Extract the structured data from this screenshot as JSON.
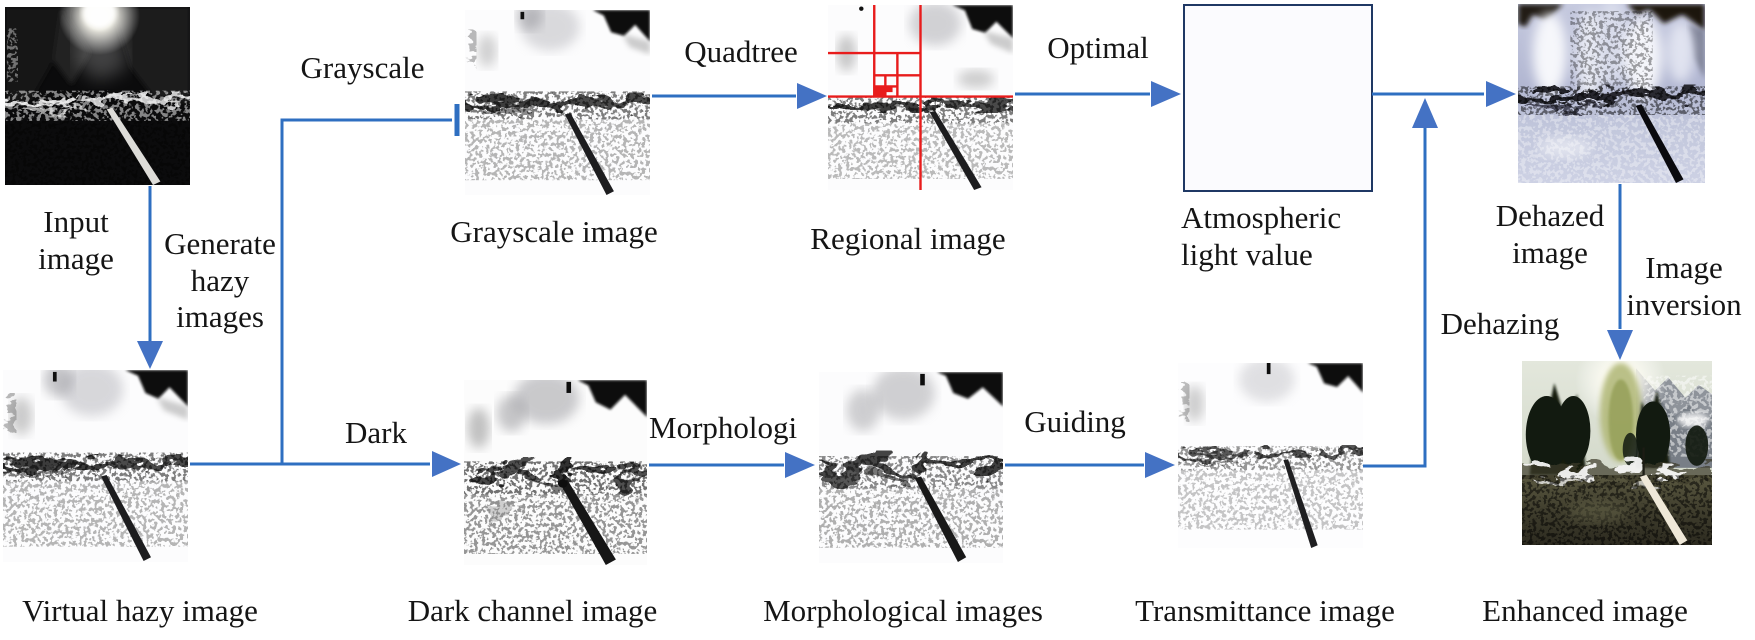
{
  "figure": {
    "nodes": {
      "input": {
        "caption": "Input\nimage"
      },
      "virtual": {
        "caption": "Virtual hazy image"
      },
      "grayscale": {
        "caption": "Grayscale image"
      },
      "regional": {
        "caption": "Regional image"
      },
      "atmospheric": {
        "caption": "Atmospheric\nlight value"
      },
      "dehazed": {
        "caption": "Dehazed\nimage"
      },
      "enhanced": {
        "caption": "Enhanced image"
      },
      "dark_channel": {
        "caption": "Dark channel image"
      },
      "morphological": {
        "caption": "Morphological images"
      },
      "transmittance": {
        "caption": "Transmittance image"
      }
    },
    "edges": {
      "generate": {
        "label": "Generate\nhazy\nimages"
      },
      "grayscale": {
        "label": "Grayscale"
      },
      "quadtree": {
        "label": "Quadtree"
      },
      "optimal": {
        "label": "Optimal"
      },
      "dark": {
        "label": "Dark"
      },
      "morphologi": {
        "label": "Morphologi"
      },
      "guiding": {
        "label": "Guiding"
      },
      "dehazing": {
        "label": "Dehazing"
      },
      "inversion": {
        "label": "Image\ninversion"
      }
    },
    "colors": {
      "connector_line": "#2f6fc1",
      "arrowhead": "#4472c4",
      "box_border": "#1f3864",
      "quadtree_grid": "#e81c1c",
      "text": "#151515"
    }
  }
}
